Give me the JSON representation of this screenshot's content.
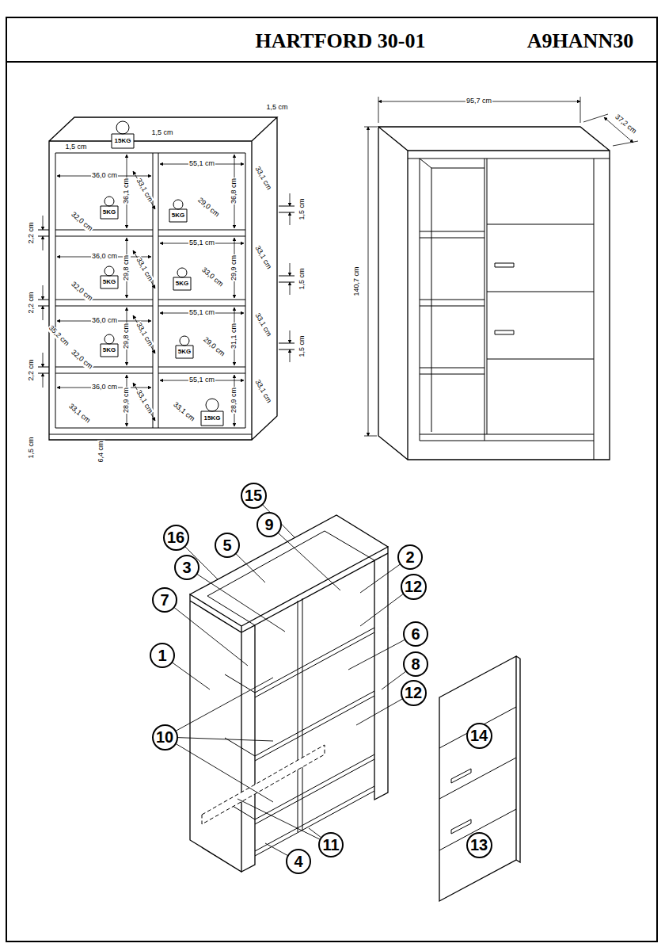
{
  "diagram": {
    "title": "HARTFORD 30-01",
    "nodes": [
      {
        "text": [
          "15"
        ]
      },
      {
        "text": [
          "16"
        ]
      },
      {
        "text": [
          "5"
        ]
      },
      {
        "text": [
          "9"
        ]
      },
      {
        "text": [
          "3"
        ]
      },
      {
        "text": [
          "2"
        ]
      },
      {
        "text": [
          "12"
        ]
      },
      {
        "text": [
          "7"
        ]
      },
      {
        "text": [
          "6"
        ]
      },
      {
        "text": [
          "1"
        ]
      },
      {
        "text": [
          "8"
        ]
      },
      {
        "text": [
          "12"
        ]
      },
      {
        "text": [
          "10"
        ]
      },
      {
        "text": [
          "11"
        ]
      },
      {
        "text": [
          "4"
        ]
      },
      {
        "text": [
          "14"
        ]
      },
      {
        "text": [
          "13"
        ]
      }
    ],
    "labels": [
      "A9HANN30",
      "1,5 cm",
      "15KG",
      "1,5 cm",
      "1,5 cm",
      "36,0 cm",
      "55,1 cm",
      "33,1 cm",
      "33,1 cm",
      "36,1 cm",
      "36,8 cm",
      "5KG",
      "5KG",
      "29,0 cm",
      "32,0 cm",
      "1,5 cm",
      "2,2 cm",
      "55,1 cm",
      "36,0 cm",
      "33,1 cm",
      "33,1 cm",
      "5KG",
      "29,8 cm",
      "5KG",
      "33,0 cm",
      "29,9 cm",
      "32,0 cm",
      "1,5 cm",
      "2,2 cm",
      "55,1 cm",
      "36,0 cm",
      "33,1 cm",
      "33,1 cm",
      "35,2 cm",
      "5KG",
      "29,8 cm",
      "5KG",
      "29,0 cm",
      "31,1 cm",
      "32,0 cm",
      "1,5 cm",
      "2,2 cm",
      "55,1 cm",
      "36,0 cm",
      "33,1 cm",
      "33,1 cm",
      "28,9 cm",
      "33,1 cm",
      "15KG",
      "28,9 cm",
      "33,1 cm",
      "1,5 cm",
      "6,4 cm",
      "95,7 cm",
      "37,2 cm",
      "140,7 cm"
    ]
  }
}
